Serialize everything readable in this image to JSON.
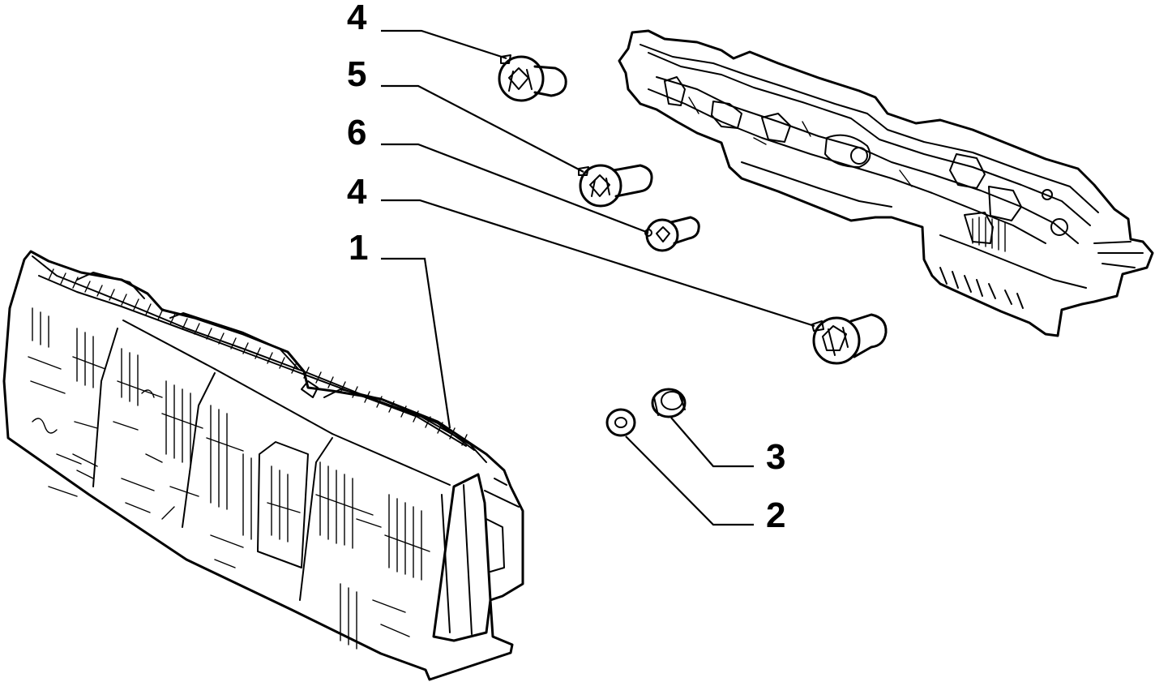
{
  "diagram": {
    "type": "exploded-parts-diagram",
    "colors": {
      "ink": "#000000",
      "background": "#ffffff"
    },
    "parts": [
      {
        "id": "lamp-housing",
        "callout": "1"
      },
      {
        "id": "washer",
        "callout": "2"
      },
      {
        "id": "grommet",
        "callout": "3"
      },
      {
        "id": "bulb-top",
        "callout": "4"
      },
      {
        "id": "bulb-large",
        "callout": "4"
      },
      {
        "id": "bulb-medium",
        "callout": "5"
      },
      {
        "id": "bulb-small",
        "callout": "6"
      }
    ]
  }
}
